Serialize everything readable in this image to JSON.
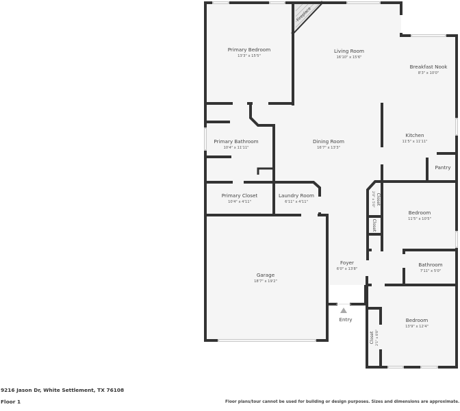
{
  "address": "9216 Jason Dr, White Settlement, TX 76108",
  "floor_label": "Floor 1",
  "disclaimer": "Floor plans/tour cannot be used for building or design purposes. Sizes and dimensions are approximate.",
  "colors": {
    "wall": "#333333",
    "floor": "#f5f5f5",
    "window": "#c8c8c8",
    "background": "#ffffff"
  },
  "rooms": {
    "primary_bedroom": {
      "name": "Primary Bedroom",
      "dims": "13'3\" x 15'5\""
    },
    "fireplace": {
      "name": "Fireplace"
    },
    "living_room": {
      "name": "Living Room",
      "dims": "16'10\" x 15'6\""
    },
    "breakfast_nook": {
      "name": "Breakfast Nook",
      "dims": "8'3\" x 10'0\""
    },
    "primary_bathroom": {
      "name": "Primary Bathroom",
      "dims": "10'4\" x 11'11\""
    },
    "dining_room": {
      "name": "Dining Room",
      "dims": "16'7\" x 13'3\""
    },
    "kitchen": {
      "name": "Kitchen",
      "dims": "11'5\" x 11'11\""
    },
    "pantry": {
      "name": "Pantry"
    },
    "primary_closet": {
      "name": "Primary Closet",
      "dims": "10'4\" x 4'11\""
    },
    "laundry_room": {
      "name": "Laundry Room",
      "dims": "6'11\" x 4'11\""
    },
    "closet_1": {
      "name": "Closet",
      "dims": "2'0\" x 5'0\""
    },
    "closet_2": {
      "name": "Closet"
    },
    "bedroom_1": {
      "name": "Bedroom",
      "dims": "11'5\" x 10'5\""
    },
    "garage": {
      "name": "Garage",
      "dims": "18'7\" x 19'2\""
    },
    "foyer": {
      "name": "Foyer",
      "dims": "6'0\" x 13'8\""
    },
    "bathroom": {
      "name": "Bathroom",
      "dims": "7'11\" x 5'0\""
    },
    "entry": {
      "name": "Entry"
    },
    "bedroom_2": {
      "name": "Bedroom",
      "dims": "13'9\" x 12'4\""
    },
    "closet_3": {
      "name": "Closet",
      "dims": "2'1\" x 8'8\""
    }
  }
}
